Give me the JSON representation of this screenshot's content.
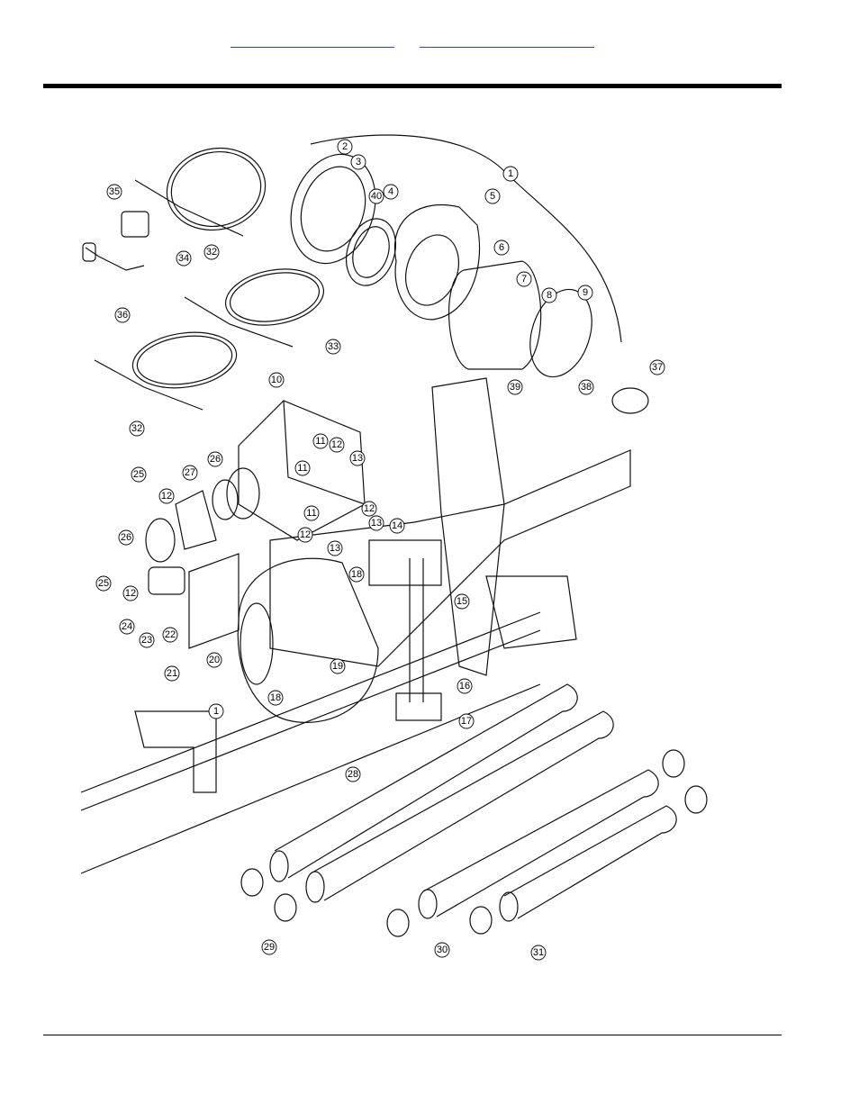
{
  "header": {
    "links": [
      "",
      ""
    ]
  },
  "diagram": {
    "callouts": [
      "1",
      "2",
      "3",
      "4",
      "5",
      "6",
      "7",
      "8",
      "9",
      "10",
      "11",
      "11",
      "11",
      "12",
      "12",
      "12",
      "12",
      "12",
      "13",
      "13",
      "13",
      "14",
      "15",
      "16",
      "17",
      "18",
      "18",
      "19",
      "20",
      "21",
      "22",
      "23",
      "24",
      "25",
      "25",
      "26",
      "26",
      "27",
      "28",
      "29",
      "30",
      "31",
      "32",
      "32",
      "33",
      "34",
      "35",
      "36",
      "37",
      "38",
      "39",
      "40",
      "1"
    ]
  }
}
